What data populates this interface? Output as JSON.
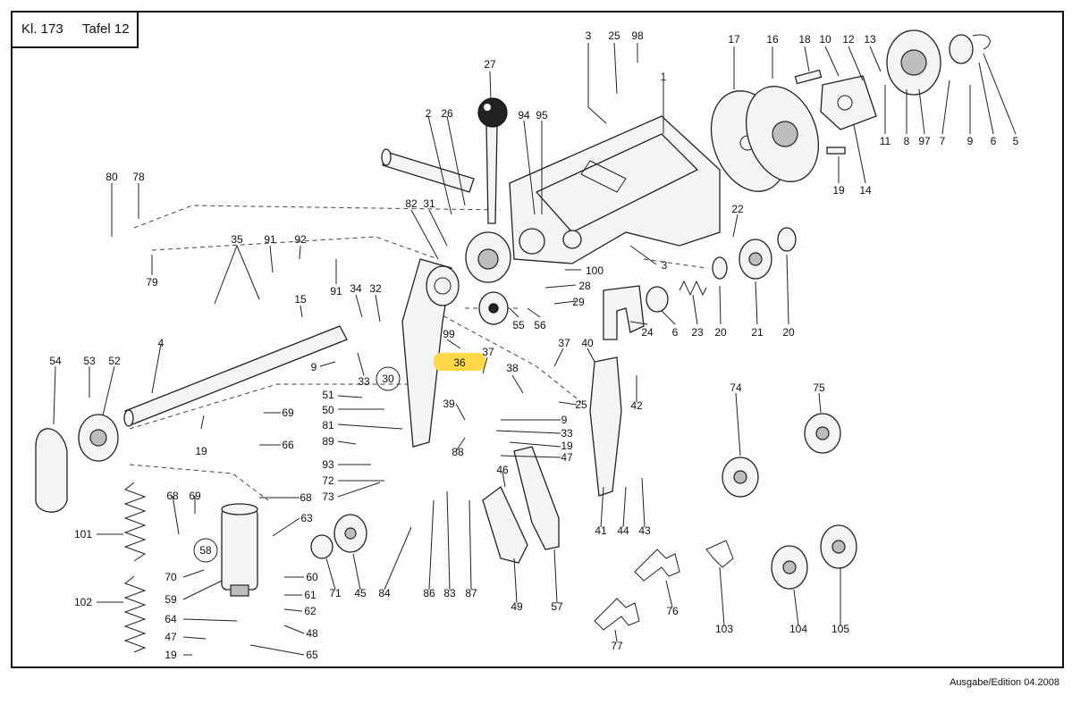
{
  "header": {
    "class_label": "Kl. 173",
    "table_label": "Tafel 12"
  },
  "footer": {
    "edition": "Ausgabe/Edition 04.2008"
  },
  "highlight_color": "#ffd84a",
  "callouts": [
    {
      "id": "c-3a",
      "text": "3"
    },
    {
      "id": "c-25a",
      "text": "25"
    },
    {
      "id": "c-98",
      "text": "98"
    },
    {
      "id": "c-27",
      "text": "27"
    },
    {
      "id": "c-1",
      "text": "1"
    },
    {
      "id": "c-17",
      "text": "17"
    },
    {
      "id": "c-16",
      "text": "16"
    },
    {
      "id": "c-18",
      "text": "18"
    },
    {
      "id": "c-10",
      "text": "10"
    },
    {
      "id": "c-12",
      "text": "12"
    },
    {
      "id": "c-13",
      "text": "13"
    },
    {
      "id": "c-5",
      "text": "5"
    },
    {
      "id": "c-2",
      "text": "2"
    },
    {
      "id": "c-26",
      "text": "26"
    },
    {
      "id": "c-94",
      "text": "94"
    },
    {
      "id": "c-95",
      "text": "95"
    },
    {
      "id": "c-11",
      "text": "11"
    },
    {
      "id": "c-8",
      "text": "8"
    },
    {
      "id": "c-97",
      "text": "97"
    },
    {
      "id": "c-7",
      "text": "7"
    },
    {
      "id": "c-9a",
      "text": "9"
    },
    {
      "id": "c-6a",
      "text": "6"
    },
    {
      "id": "c-80",
      "text": "80"
    },
    {
      "id": "c-78",
      "text": "78"
    },
    {
      "id": "c-19a",
      "text": "19"
    },
    {
      "id": "c-14",
      "text": "14"
    },
    {
      "id": "c-82",
      "text": "82"
    },
    {
      "id": "c-31",
      "text": "31"
    },
    {
      "id": "c-22",
      "text": "22"
    },
    {
      "id": "c-35",
      "text": "35"
    },
    {
      "id": "c-91a",
      "text": "91"
    },
    {
      "id": "c-92",
      "text": "92"
    },
    {
      "id": "c-79",
      "text": "79"
    },
    {
      "id": "c-100",
      "text": "100"
    },
    {
      "id": "c-3b",
      "text": "3"
    },
    {
      "id": "c-91b",
      "text": "91"
    },
    {
      "id": "c-34",
      "text": "34"
    },
    {
      "id": "c-32",
      "text": "32"
    },
    {
      "id": "c-28",
      "text": "28"
    },
    {
      "id": "c-29",
      "text": "29"
    },
    {
      "id": "c-15",
      "text": "15"
    },
    {
      "id": "c-55",
      "text": "55"
    },
    {
      "id": "c-56",
      "text": "56"
    },
    {
      "id": "c-24",
      "text": "24"
    },
    {
      "id": "c-6b",
      "text": "6"
    },
    {
      "id": "c-23",
      "text": "23"
    },
    {
      "id": "c-20a",
      "text": "20"
    },
    {
      "id": "c-21",
      "text": "21"
    },
    {
      "id": "c-20b",
      "text": "20"
    },
    {
      "id": "c-99",
      "text": "99"
    },
    {
      "id": "c-37a",
      "text": "37"
    },
    {
      "id": "c-37b",
      "text": "37"
    },
    {
      "id": "c-40",
      "text": "40"
    },
    {
      "id": "c-54",
      "text": "54"
    },
    {
      "id": "c-53",
      "text": "53"
    },
    {
      "id": "c-52",
      "text": "52"
    },
    {
      "id": "c-4",
      "text": "4"
    },
    {
      "id": "c-9b",
      "text": "9"
    },
    {
      "id": "c-36",
      "text": "36"
    },
    {
      "id": "c-33a",
      "text": "33"
    },
    {
      "id": "c-30",
      "text": "30"
    },
    {
      "id": "c-38",
      "text": "38"
    },
    {
      "id": "c-74",
      "text": "74"
    },
    {
      "id": "c-75",
      "text": "75"
    },
    {
      "id": "c-51",
      "text": "51"
    },
    {
      "id": "c-25b",
      "text": "25"
    },
    {
      "id": "c-42",
      "text": "42"
    },
    {
      "id": "c-50",
      "text": "50"
    },
    {
      "id": "c-39",
      "text": "39"
    },
    {
      "id": "c-69a",
      "text": "69"
    },
    {
      "id": "c-81",
      "text": "81"
    },
    {
      "id": "c-9c",
      "text": "9"
    },
    {
      "id": "c-33b",
      "text": "33"
    },
    {
      "id": "c-19b",
      "text": "19"
    },
    {
      "id": "c-89",
      "text": "89"
    },
    {
      "id": "c-88",
      "text": "88"
    },
    {
      "id": "c-19c",
      "text": "19"
    },
    {
      "id": "c-66",
      "text": "66"
    },
    {
      "id": "c-47a",
      "text": "47"
    },
    {
      "id": "c-93",
      "text": "93"
    },
    {
      "id": "c-46",
      "text": "46"
    },
    {
      "id": "c-72",
      "text": "72"
    },
    {
      "id": "c-68a",
      "text": "68"
    },
    {
      "id": "c-69b",
      "text": "69"
    },
    {
      "id": "c-68b",
      "text": "68"
    },
    {
      "id": "c-73",
      "text": "73"
    },
    {
      "id": "c-63",
      "text": "63"
    },
    {
      "id": "c-101",
      "text": "101"
    },
    {
      "id": "c-41",
      "text": "41"
    },
    {
      "id": "c-44",
      "text": "44"
    },
    {
      "id": "c-43",
      "text": "43"
    },
    {
      "id": "c-58",
      "text": "58"
    },
    {
      "id": "c-70",
      "text": "70"
    },
    {
      "id": "c-60",
      "text": "60"
    },
    {
      "id": "c-71",
      "text": "71"
    },
    {
      "id": "c-45",
      "text": "45"
    },
    {
      "id": "c-84",
      "text": "84"
    },
    {
      "id": "c-86",
      "text": "86"
    },
    {
      "id": "c-83",
      "text": "83"
    },
    {
      "id": "c-87",
      "text": "87"
    },
    {
      "id": "c-76",
      "text": "76"
    },
    {
      "id": "c-59",
      "text": "59"
    },
    {
      "id": "c-61",
      "text": "61"
    },
    {
      "id": "c-102",
      "text": "102"
    },
    {
      "id": "c-62",
      "text": "62"
    },
    {
      "id": "c-49",
      "text": "49"
    },
    {
      "id": "c-57",
      "text": "57"
    },
    {
      "id": "c-64",
      "text": "64"
    },
    {
      "id": "c-48",
      "text": "48"
    },
    {
      "id": "c-103",
      "text": "103"
    },
    {
      "id": "c-104",
      "text": "104"
    },
    {
      "id": "c-105",
      "text": "105"
    },
    {
      "id": "c-47b",
      "text": "47"
    },
    {
      "id": "c-19d",
      "text": "19"
    },
    {
      "id": "c-65",
      "text": "65"
    },
    {
      "id": "c-77",
      "text": "77"
    }
  ]
}
